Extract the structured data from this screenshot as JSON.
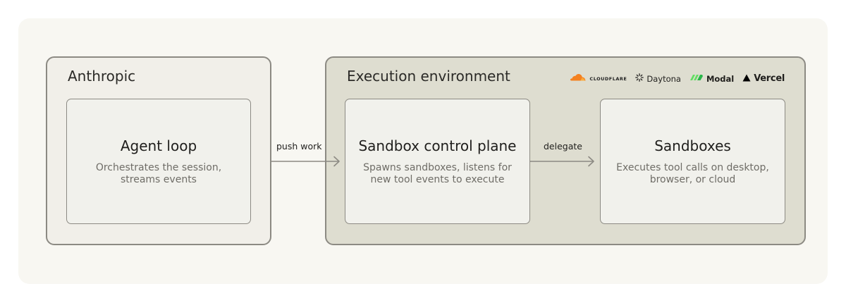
{
  "groups": {
    "anthropic": {
      "title": "Anthropic"
    },
    "execution": {
      "title": "Execution environment"
    }
  },
  "providers": [
    {
      "name": "CLOUDFLARE",
      "icon": "cloudflare-cloud-icon",
      "color": "#f48120"
    },
    {
      "name": "Daytona",
      "icon": "daytona-gear-icon",
      "color": "#1f1e1c"
    },
    {
      "name": "Modal",
      "icon": "modal-logo-icon",
      "color": "#62de61"
    },
    {
      "name": "Vercel",
      "icon": "vercel-triangle-icon",
      "color": "#000000"
    }
  ],
  "nodes": {
    "agent_loop": {
      "title": "Agent loop",
      "description": "Orchestrates the session,\nstreams events"
    },
    "control_plane": {
      "title": "Sandbox control plane",
      "description": "Spawns sandboxes, listens for\nnew tool events to execute"
    },
    "sandboxes": {
      "title": "Sandboxes",
      "description": "Executes tool calls on desktop,\nbrowser, or cloud"
    }
  },
  "edges": {
    "push_work": "push work",
    "delegate": "delegate"
  },
  "colors": {
    "background": "#f8f7f2",
    "anthropic_group": "#f1efe9",
    "execution_group": "#deddd0",
    "border": "#8c8a83",
    "arrow": "#8c8a83"
  }
}
